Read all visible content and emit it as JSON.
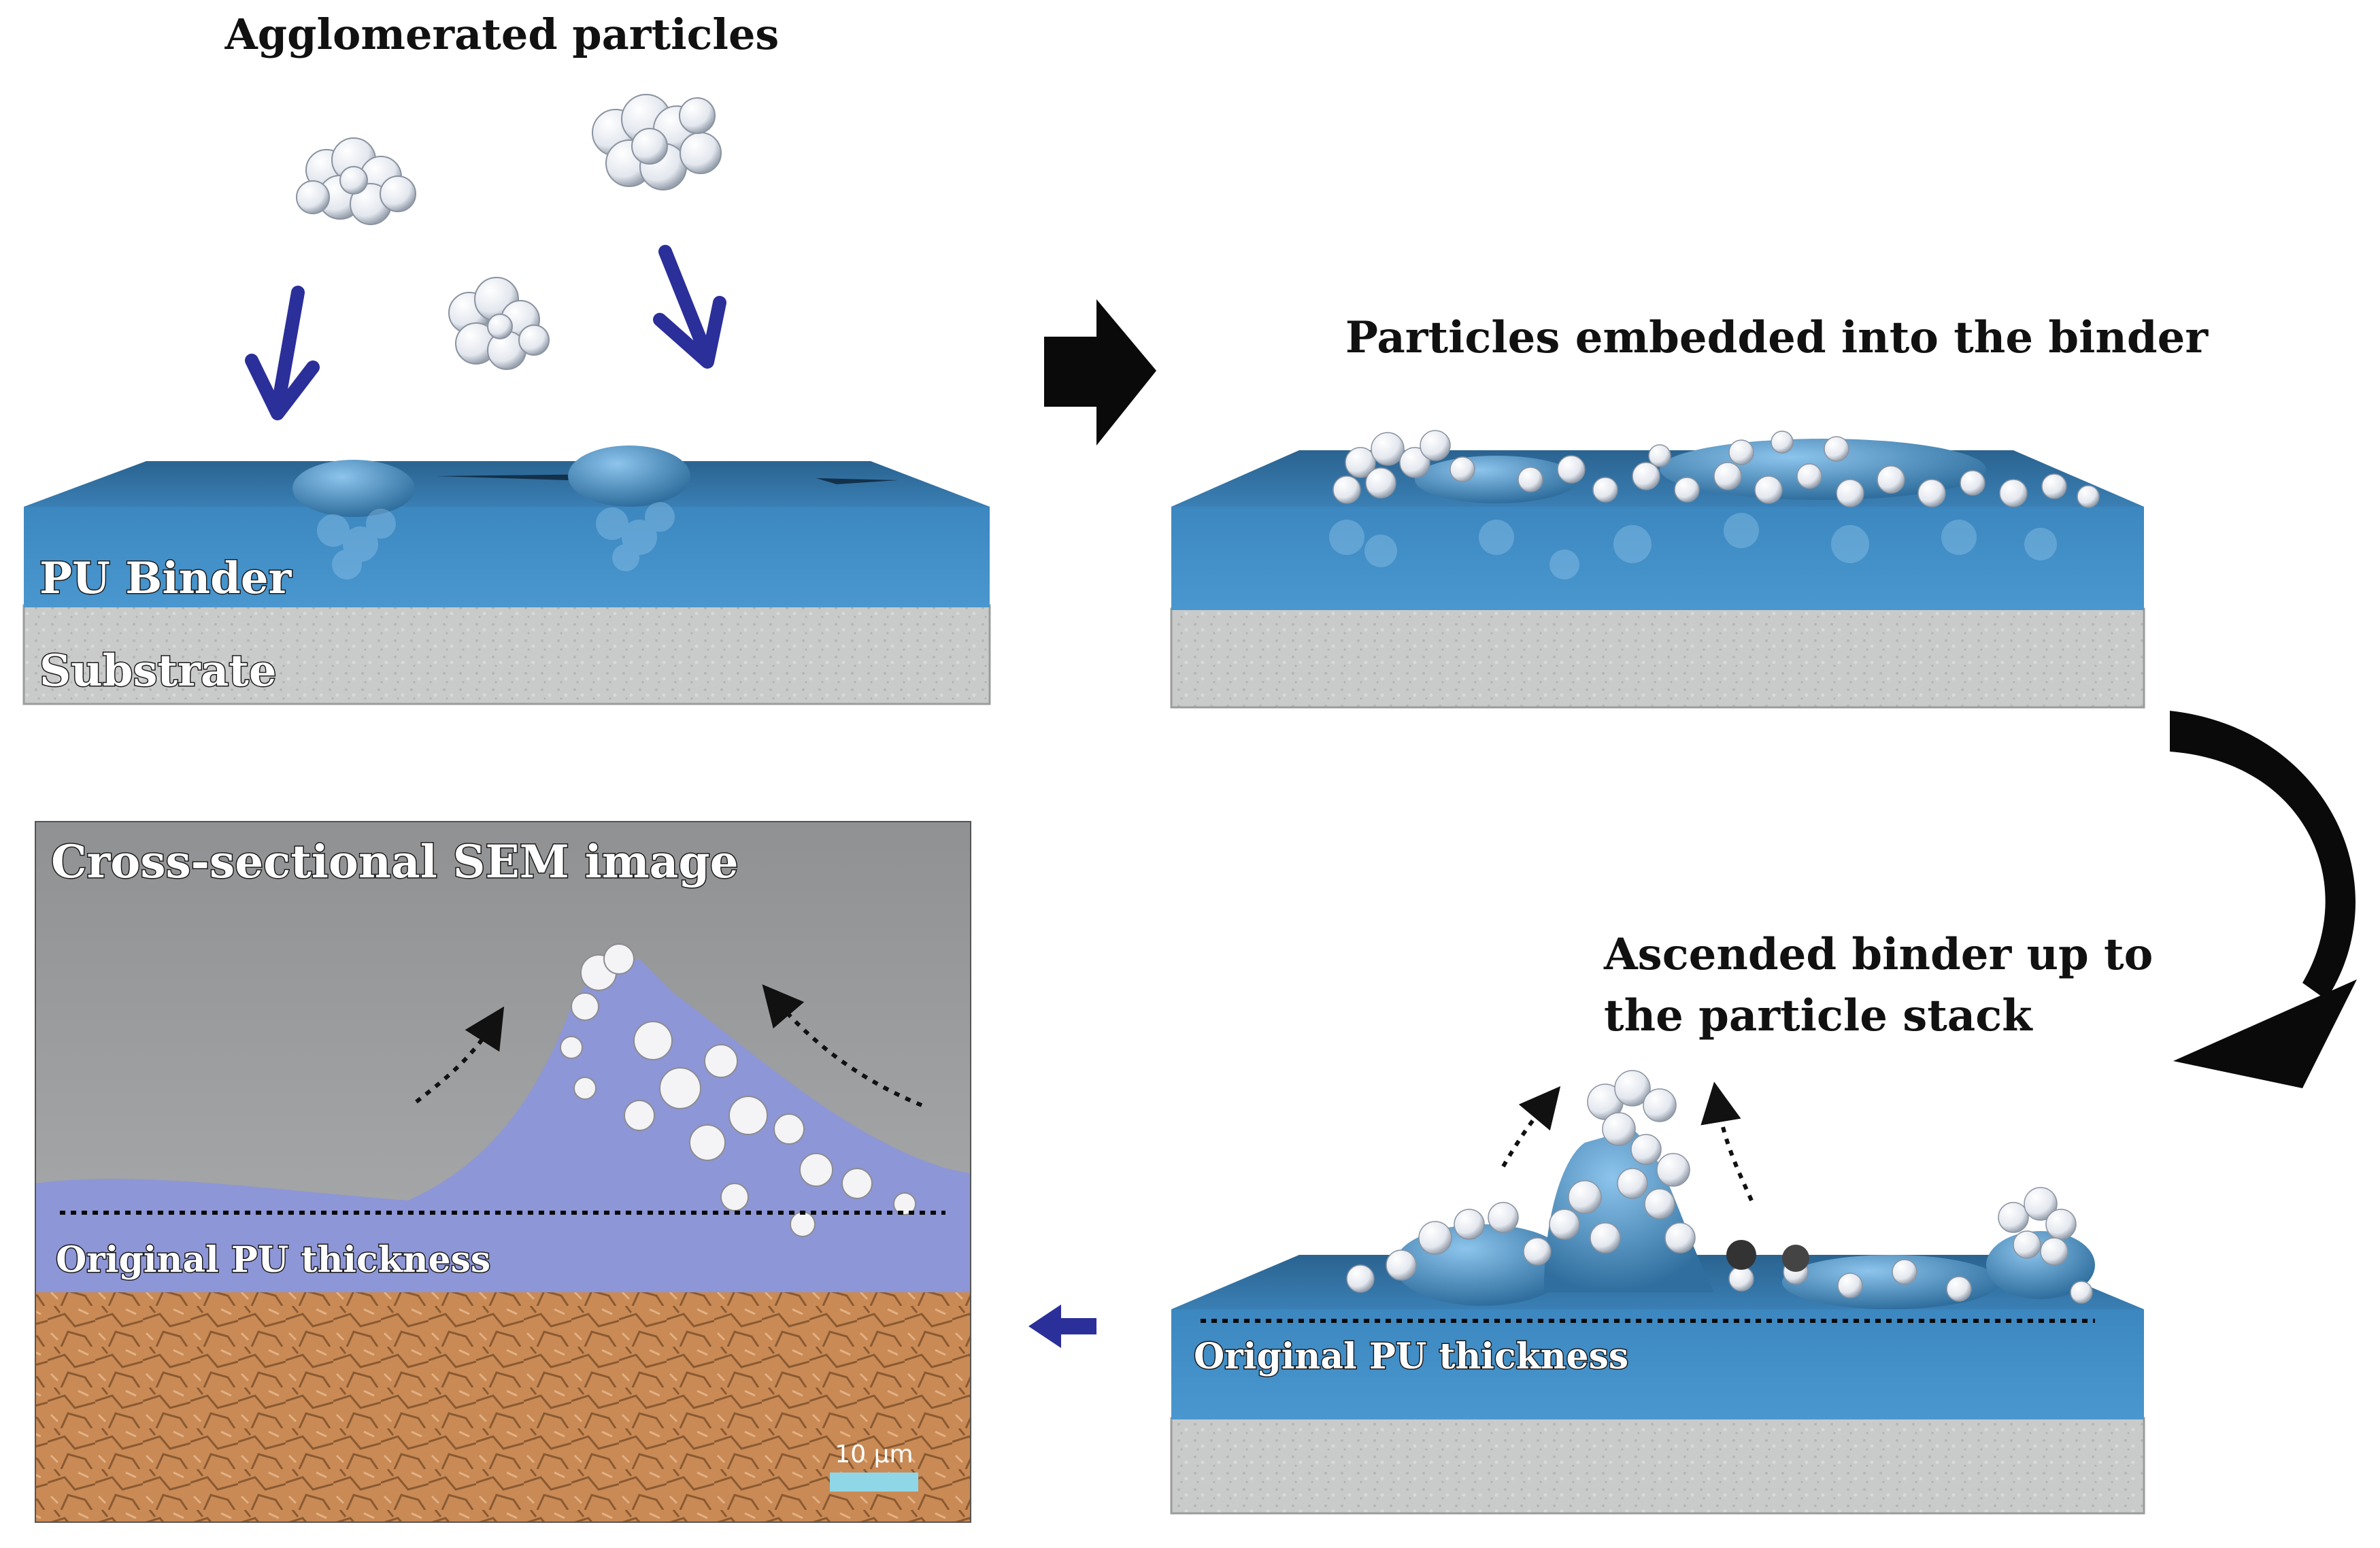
{
  "labels": {
    "agglomerated": "Agglomerated particles",
    "pu_binder": "PU Binder",
    "substrate": "Substrate",
    "embedded": "Particles embedded into the binder",
    "ascended_1": "Ascended binder up to",
    "ascended_2": "the particle stack",
    "original_thickness_sem": "Original PU thickness",
    "original_thickness_panel": "Original PU thickness",
    "sem_title": "Cross-sectional SEM image",
    "scale_bar": "10 μm"
  },
  "colors": {
    "binder": "#3f8cc4",
    "binder_top": "#2f6e9e",
    "substrate": "#c9cbca",
    "particle": "#eef1f5",
    "arrow_blue": "#2b2f9a",
    "sem_binder": "#8d96d6",
    "sem_substrate": "#c98a55",
    "sem_background": "#9ea0a2",
    "scale_bar": "#8fd6e6"
  },
  "icons": [
    "down-arrow-icon",
    "right-arrow-icon",
    "curved-arrow-icon",
    "left-arrow-icon",
    "dotted-arrow-icon"
  ]
}
